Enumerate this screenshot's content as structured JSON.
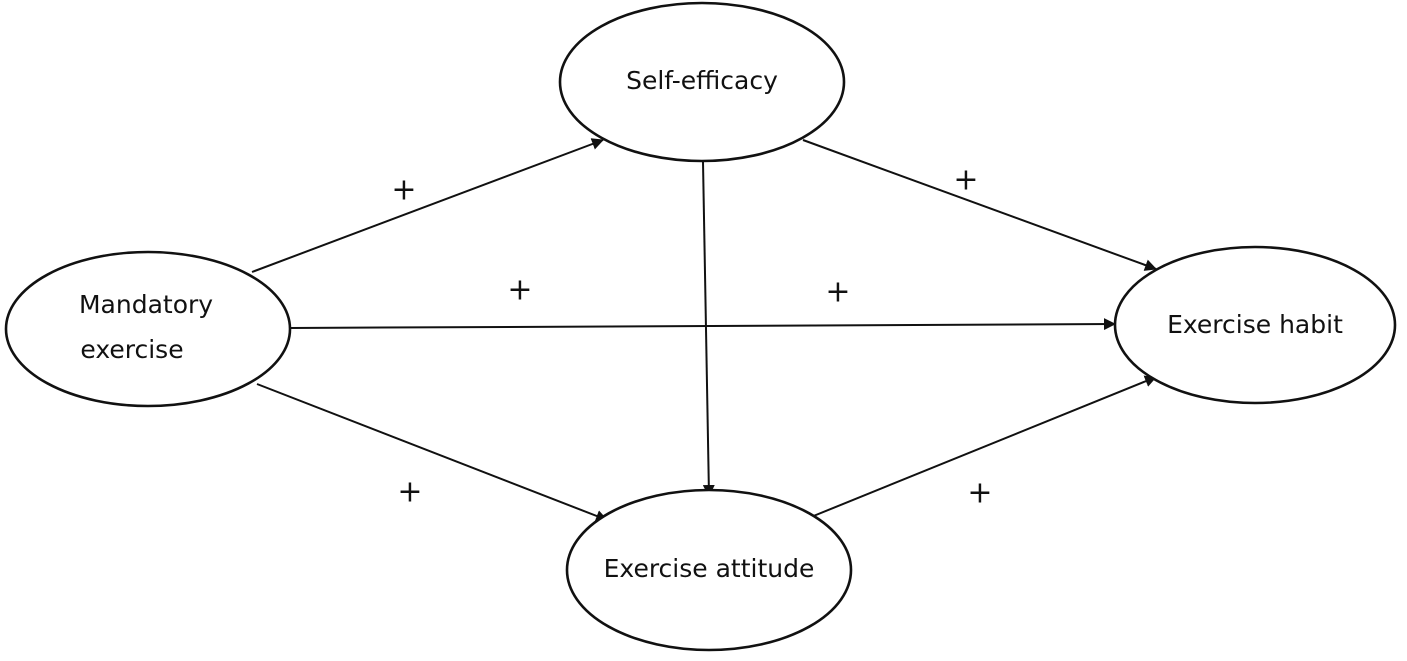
{
  "nodes": {
    "self_efficacy": {
      "label": "Self-efficacy"
    },
    "mandatory_exercise": {
      "line1": "Mandatory",
      "line2": "exercise"
    },
    "exercise_habit": {
      "label": "Exercise habit"
    },
    "exercise_attitude": {
      "label": "Exercise attitude"
    }
  },
  "edges": [
    {
      "from": "Mandatory exercise",
      "to": "Self-efficacy",
      "sign": "+"
    },
    {
      "from": "Self-efficacy",
      "to": "Exercise habit",
      "sign": "+"
    },
    {
      "from": "Mandatory exercise",
      "to": "Exercise habit",
      "sign": "+"
    },
    {
      "from": "Mandatory exercise",
      "to": "Exercise habit",
      "sign": "+"
    },
    {
      "from": "Self-efficacy",
      "to": "Exercise attitude",
      "sign": ""
    },
    {
      "from": "Mandatory exercise",
      "to": "Exercise attitude",
      "sign": "+"
    },
    {
      "from": "Exercise attitude",
      "to": "Exercise habit",
      "sign": "+"
    }
  ],
  "colors": {
    "stroke": "#111111",
    "background": "#ffffff"
  }
}
